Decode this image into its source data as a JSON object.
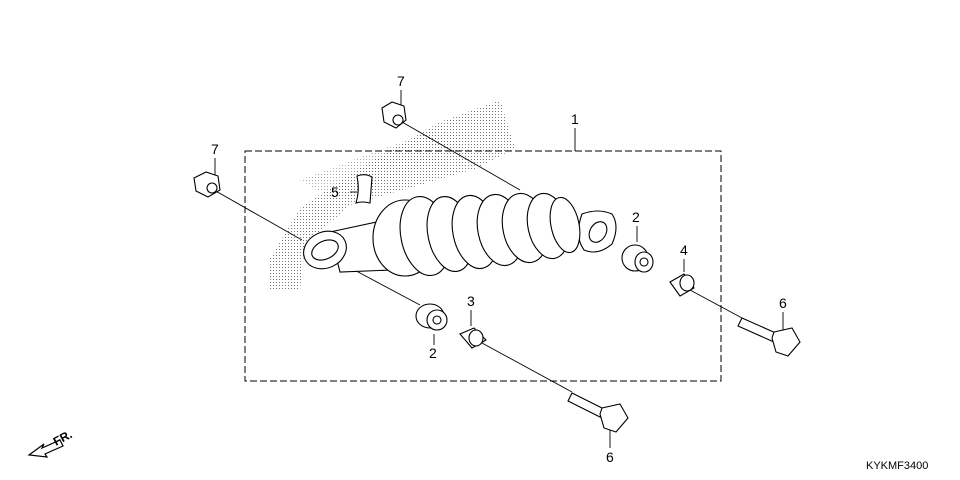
{
  "diagram": {
    "callouts": [
      {
        "id": "c1",
        "text": "1"
      },
      {
        "id": "c2a",
        "text": "2"
      },
      {
        "id": "c2b",
        "text": "2"
      },
      {
        "id": "c3",
        "text": "3"
      },
      {
        "id": "c4",
        "text": "4"
      },
      {
        "id": "c5",
        "text": "5"
      },
      {
        "id": "c6a",
        "text": "6"
      },
      {
        "id": "c6b",
        "text": "6"
      },
      {
        "id": "c7a",
        "text": "7"
      },
      {
        "id": "c7b",
        "text": "7"
      }
    ],
    "direction_label": "FR.",
    "diagram_code": "KYKMF3400"
  }
}
